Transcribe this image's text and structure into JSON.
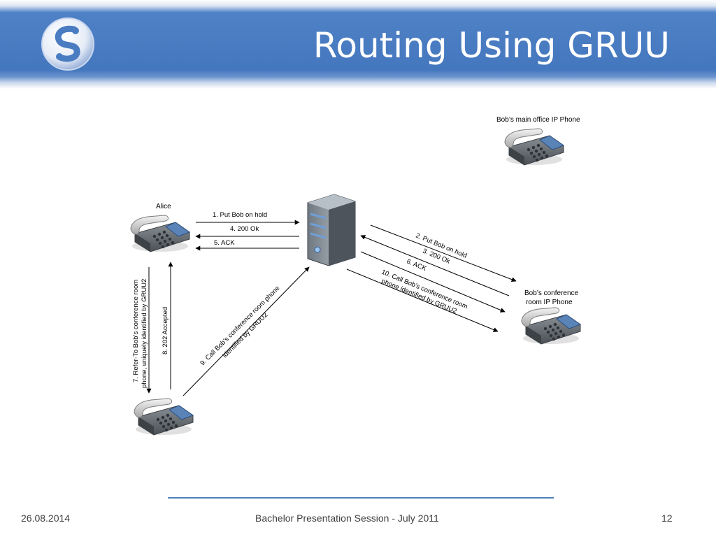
{
  "slide": {
    "title": "Routing Using GRUU",
    "logo_icon": "swirl-logo-icon",
    "accent_color": "#4a7cc2"
  },
  "diagram": {
    "nodes": {
      "alice": "Alice",
      "bob_main": "Bob’s main office IP Phone",
      "bob_conf_line1": "Bob’s conference",
      "bob_conf_line2": "room IP Phone",
      "server_icon": "server-icon",
      "phone_icon": "desk-phone-icon"
    },
    "messages": {
      "m1": "1. Put Bob on hold",
      "m4": "4. 200 Ok",
      "m5": "5. ACK",
      "m2": "2. Put Bob on hold",
      "m3": "3. 200 Ok",
      "m6": "6. ACK",
      "m10_line1": "10. Call Bob’s conference room",
      "m10_line2": "phone identified by GRUU2",
      "m7_line1": "7. Refer-To Bob’s conference room",
      "m7_line2": "phone, uniquely identified by GRUU2",
      "m8": "8. 202 Accepted",
      "m9_line1": "9. Call Bob’s conference room phone",
      "m9_line2": "identified by GRUU2"
    }
  },
  "footer": {
    "date": "26.08.2014",
    "center": "Bachelor Presentation Session - July 2011",
    "page": "12"
  }
}
